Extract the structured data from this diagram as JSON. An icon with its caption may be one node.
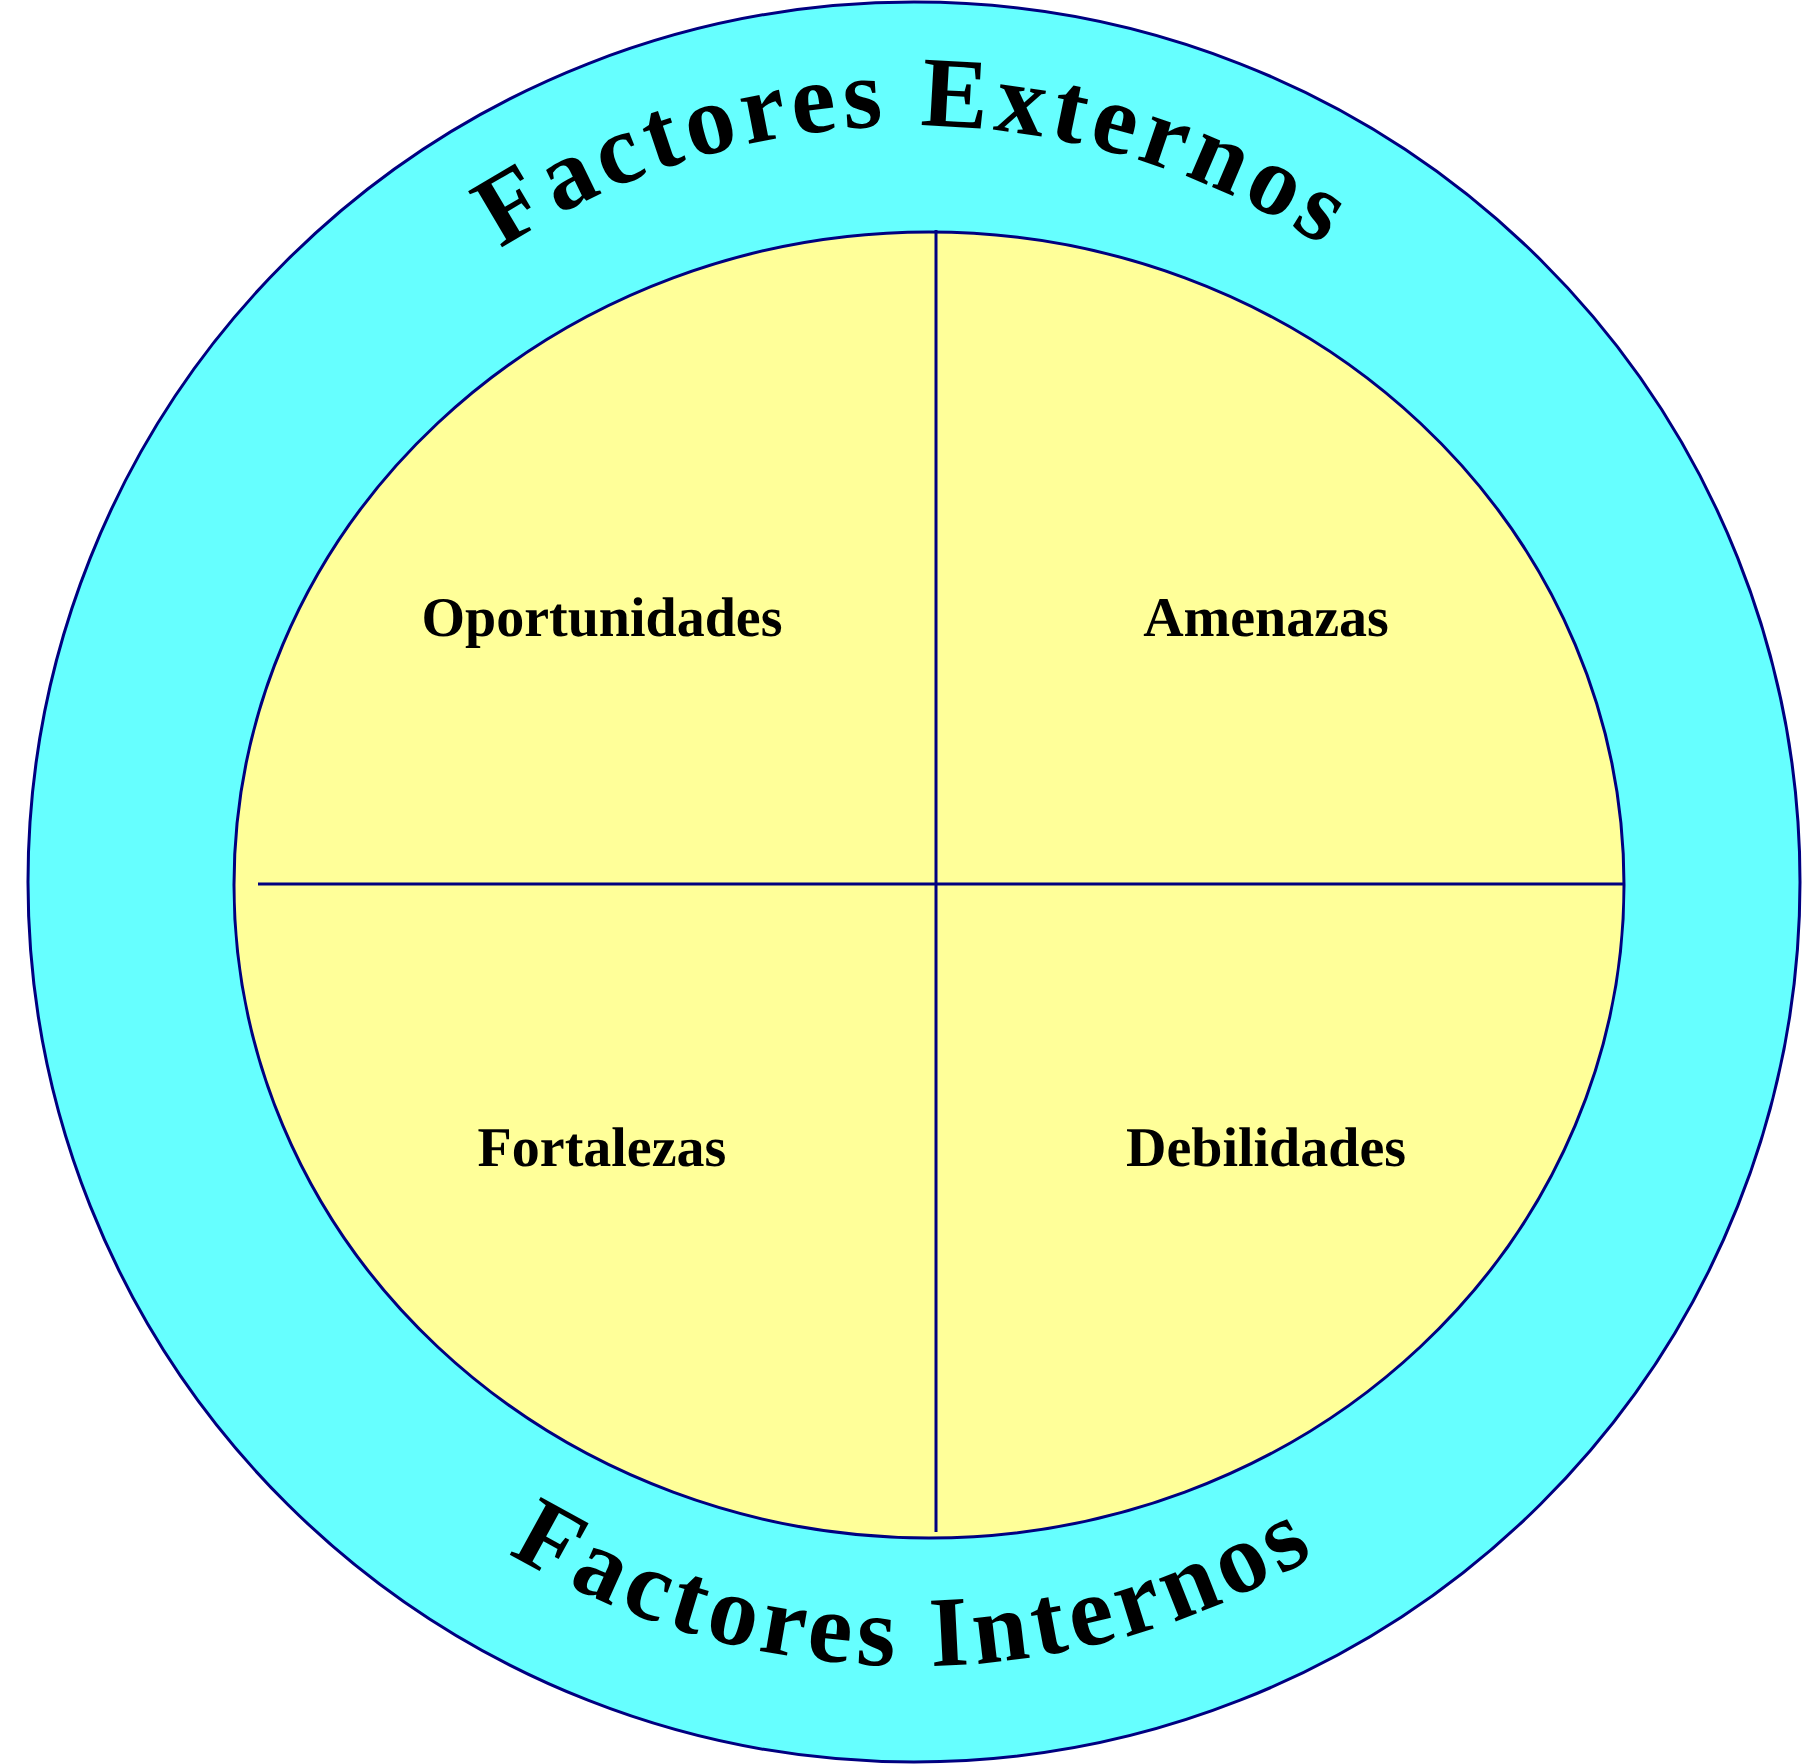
{
  "diagram": {
    "nodes": [
      {
        "text": [
          "Factores Externos",
          "Factores Internos"
        ]
      },
      {
        "text": [],
        "shape": "circle",
        "in": 0
      },
      {
        "text": [
          "Oportunidades"
        ],
        "in": 1
      },
      {
        "text": [
          "Amenazas"
        ],
        "in": 1
      },
      {
        "text": [
          "Fortalezas"
        ],
        "in": 1
      },
      {
        "text": [
          "Debilidades"
        ],
        "in": 1
      }
    ]
  }
}
